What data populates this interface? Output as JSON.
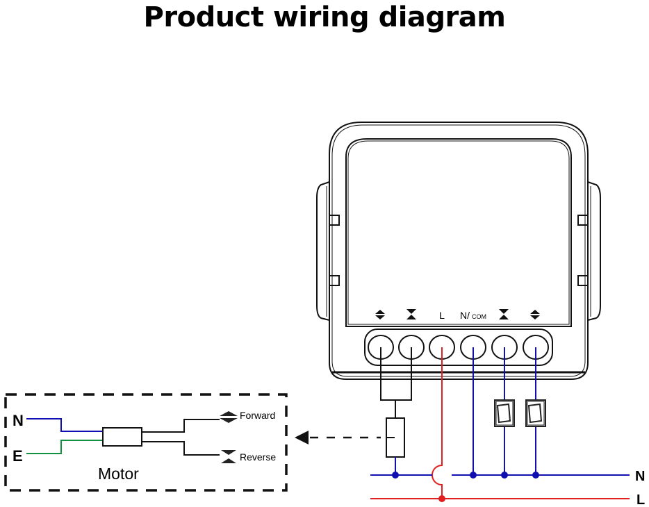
{
  "title": "Product wiring diagram",
  "device": {
    "terminals": [
      {
        "id": "t1",
        "label": "",
        "icon": "forward-icon",
        "wire_color": "#000000"
      },
      {
        "id": "t2",
        "label": "",
        "icon": "reverse-icon",
        "wire_color": "#000000"
      },
      {
        "id": "t3",
        "label": "L",
        "icon": "",
        "wire_color": "#e02020"
      },
      {
        "id": "t4",
        "label": "N/",
        "sublabel": "COM",
        "icon": "",
        "wire_color": "#1010b0"
      },
      {
        "id": "t5",
        "label": "",
        "icon": "reverse-icon",
        "wire_color": "#1010b0"
      },
      {
        "id": "t6",
        "label": "",
        "icon": "forward-icon",
        "wire_color": "#1010b0"
      }
    ]
  },
  "motor_box": {
    "label": "Motor",
    "inputs": [
      {
        "label": "N",
        "color": "#1010b0"
      },
      {
        "label": "E",
        "color": "#109040"
      }
    ],
    "outputs": [
      {
        "label": "Forward",
        "icon": "forward-icon"
      },
      {
        "label": "Reverse",
        "icon": "reverse-icon"
      }
    ]
  },
  "bus": [
    {
      "label": "N",
      "color": "#1010b0"
    },
    {
      "label": "L",
      "color": "#e02020"
    }
  ],
  "colors": {
    "neutral": "#1010b0",
    "live": "#e02020",
    "earth": "#109040",
    "line": "#111111"
  }
}
